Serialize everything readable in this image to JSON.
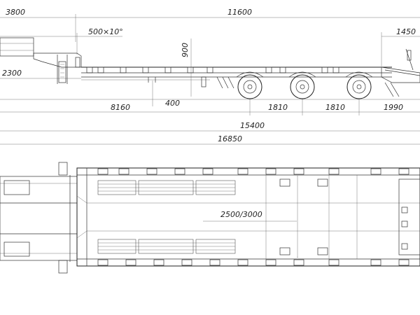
{
  "side_view": {
    "dims": {
      "d3800": "3800",
      "d11600": "11600",
      "d500": "500×10°",
      "d1450": "1450",
      "d900": "900",
      "d2300": "2300",
      "d8160": "8160",
      "d400": "400",
      "d1810a": "1810",
      "d1810b": "1810",
      "d1990": "1990",
      "d15400": "15400",
      "d16850": "16850"
    }
  },
  "top_view": {
    "dims": {
      "d2500": "2500/3000"
    }
  }
}
